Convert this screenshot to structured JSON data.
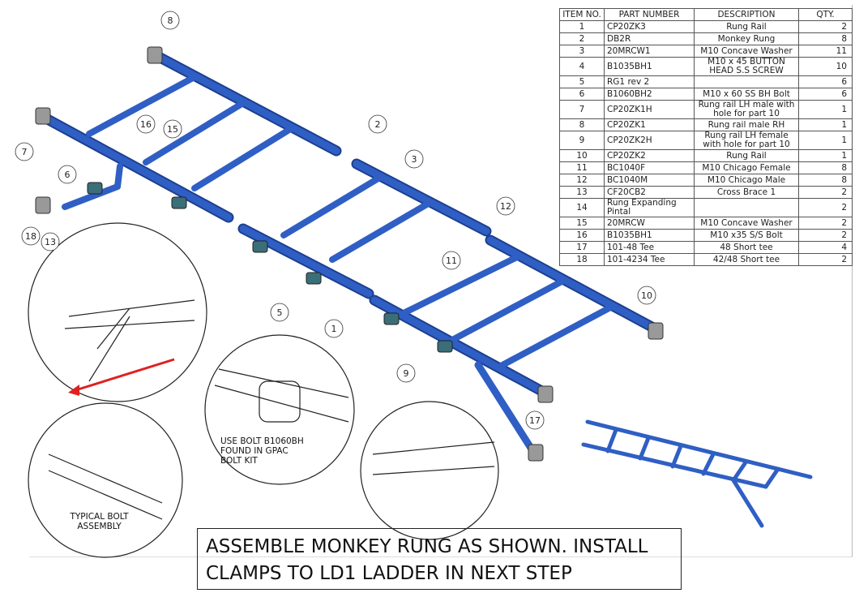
{
  "bom": {
    "headers": [
      "ITEM NO.",
      "PART NUMBER",
      "DESCRIPTION",
      "QTY."
    ],
    "rows": [
      {
        "item": "1",
        "part": "CP20ZK3",
        "desc": "Rung Rail",
        "qty": "2"
      },
      {
        "item": "2",
        "part": "DB2R",
        "desc": "Monkey Rung",
        "qty": "8"
      },
      {
        "item": "3",
        "part": "20MRCW1",
        "desc": "M10 Concave Washer",
        "qty": "11"
      },
      {
        "item": "4",
        "part": "B1035BH1",
        "desc": "M10 x 45 BUTTON HEAD S.S SCREW",
        "qty": "10"
      },
      {
        "item": "5",
        "part": "RG1 rev 2",
        "desc": "",
        "qty": "6"
      },
      {
        "item": "6",
        "part": "B1060BH2",
        "desc": "M10 x 60 SS BH Bolt",
        "qty": "6"
      },
      {
        "item": "7",
        "part": "CP20ZK1H",
        "desc": "Rung rail LH male with hole for part 10",
        "qty": "1"
      },
      {
        "item": "8",
        "part": "CP20ZK1",
        "desc": "Rung rail male RH",
        "qty": "1"
      },
      {
        "item": "9",
        "part": "CP20ZK2H",
        "desc": "Rung rail LH female with hole for part 10",
        "qty": "1"
      },
      {
        "item": "10",
        "part": "CP20ZK2",
        "desc": "Rung Rail",
        "qty": "1"
      },
      {
        "item": "11",
        "part": "BC1040F",
        "desc": "M10 Chicago Female",
        "qty": "8"
      },
      {
        "item": "12",
        "part": "BC1040M",
        "desc": "M10 Chicago Male",
        "qty": "8"
      },
      {
        "item": "13",
        "part": "CF20CB2",
        "desc": "Cross Brace 1",
        "qty": "2"
      },
      {
        "item": "14",
        "part": "Rung Expanding Pintal",
        "desc": "",
        "qty": "2"
      },
      {
        "item": "15",
        "part": "20MRCW",
        "desc": "M10 Concave Washer",
        "qty": "2"
      },
      {
        "item": "16",
        "part": "B1035BH1",
        "desc": "M10 x35 S/S Bolt",
        "qty": "2"
      },
      {
        "item": "17",
        "part": "101-48 Tee",
        "desc": "48 Short tee",
        "qty": "4"
      },
      {
        "item": "18",
        "part": "101-4234 Tee",
        "desc": "42/48 Short tee",
        "qty": "2"
      }
    ]
  },
  "callouts": [
    "8",
    "7",
    "16",
    "15",
    "2",
    "3",
    "6",
    "12",
    "18",
    "13",
    "11",
    "5",
    "1",
    "10",
    "9",
    "17"
  ],
  "notes": {
    "bolt_note": [
      "USE BOLT B1060BH",
      "FOUND IN GPAC",
      "BOLT KIT"
    ],
    "typical": [
      "TYPICAL BOLT",
      "ASSEMBLY"
    ]
  },
  "instruction": [
    "ASSEMBLE MONKEY RUNG AS SHOWN. INSTALL",
    "CLAMPS TO LD1 LADDER IN NEXT STEP"
  ],
  "colors": {
    "tube": "#2f5fc4",
    "tube_dark": "#1c3f8f",
    "clamp": "#3a6e78",
    "arrow": "#e02020"
  }
}
